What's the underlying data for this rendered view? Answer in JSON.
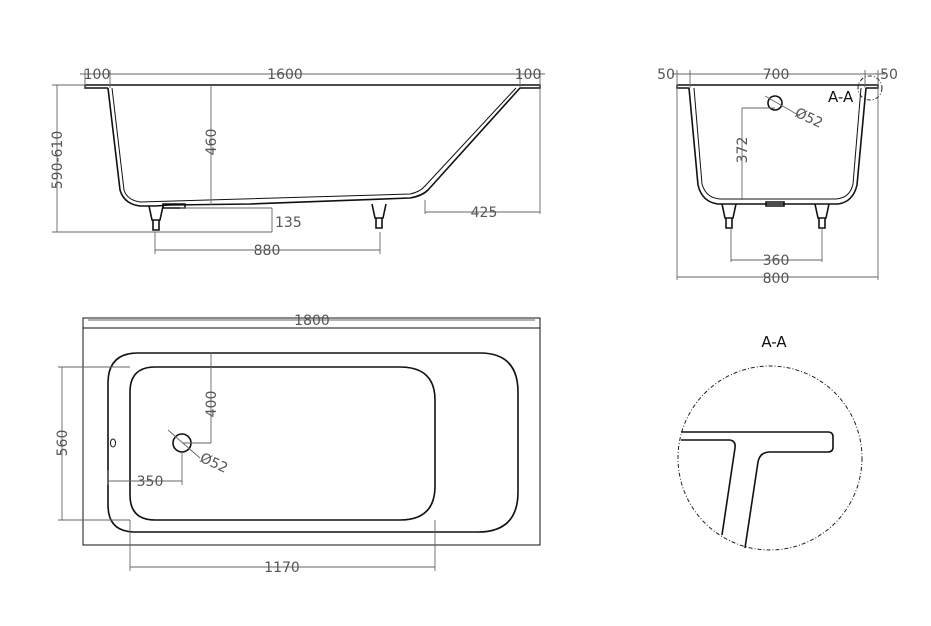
{
  "side_view": {
    "dim_rim_left": "100",
    "dim_length_inner": "1600",
    "dim_rim_right": "100",
    "dim_total_height": "590-610",
    "dim_depth": "460",
    "dim_foot_height": "135",
    "dim_feet_spacing": "880",
    "dim_slope": "425"
  },
  "end_view": {
    "dim_rim_left": "50",
    "dim_width_inner": "700",
    "dim_rim_right": "50",
    "dim_overflow_height": "372",
    "dim_overflow_diameter": "Ø52",
    "dim_feet_spacing": "360",
    "dim_width_total": "800",
    "section_marker": "A-A"
  },
  "top_view": {
    "dim_length": "1800",
    "dim_width_inner": "560",
    "dim_drain_offset_y": "400",
    "dim_drain_diameter": "Ø52",
    "dim_drain_offset_x": "350",
    "dim_bottom_length": "1170"
  },
  "detail": {
    "title": "A-A"
  }
}
